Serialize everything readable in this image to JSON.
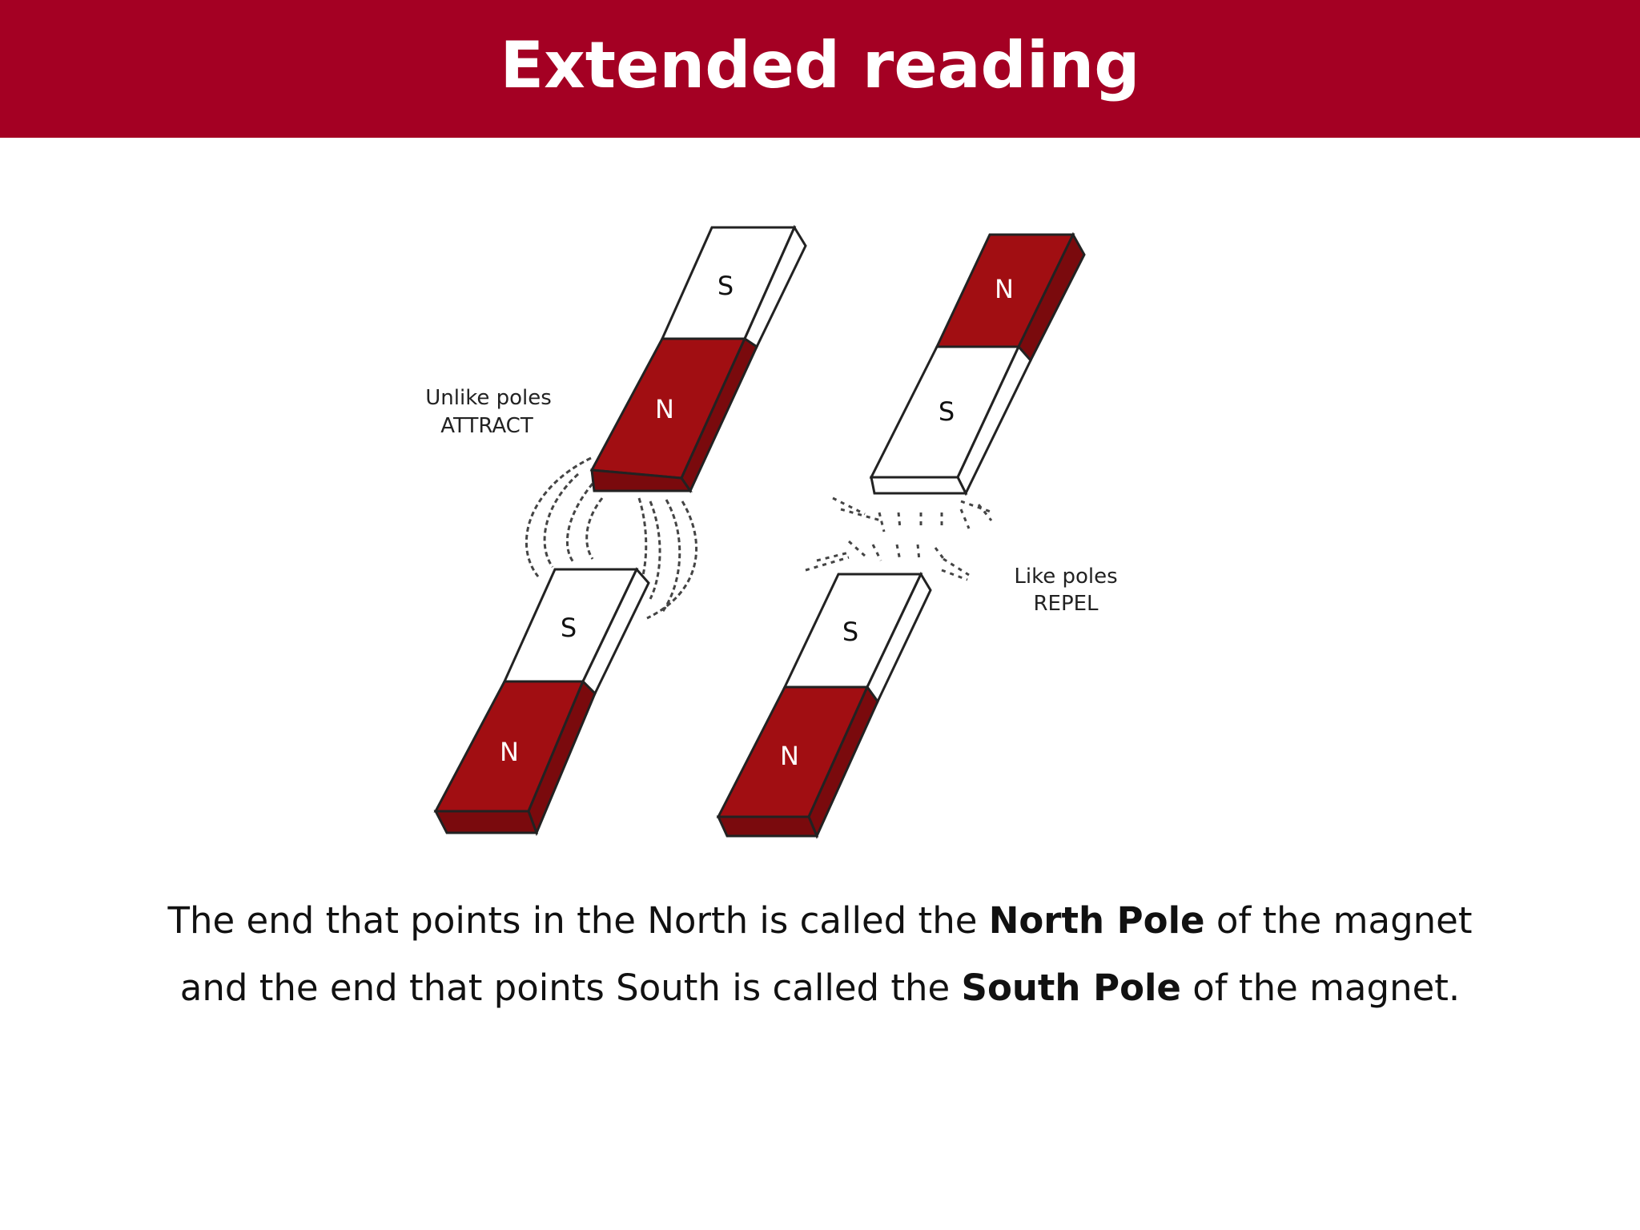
{
  "slide": {
    "title": "Extended reading",
    "colors": {
      "header_bg": "#a40023",
      "north_pole": "#a10e12",
      "north_pole_dark": "#7a0a0d",
      "south_pole": "#ffffff",
      "text": "#111111"
    }
  },
  "diagram": {
    "left_pair": {
      "label_line1": "Unlike poles",
      "label_line2": "ATTRACT",
      "top_magnet": {
        "upper_pole": "S",
        "lower_pole": "N"
      },
      "bottom_magnet": {
        "upper_pole": "S",
        "lower_pole": "N"
      }
    },
    "right_pair": {
      "label_line1": "Like poles",
      "label_line2": "REPEL",
      "top_magnet": {
        "upper_pole": "N",
        "lower_pole": "S"
      },
      "bottom_magnet": {
        "upper_pole": "S",
        "lower_pole": "N"
      }
    }
  },
  "caption": {
    "line1_pre": "The end that points in the North is called the ",
    "line1_bold": "North Pole",
    "line1_post": " of the magnet",
    "line2_pre": "and the end that points South is called the ",
    "line2_bold": "South Pole",
    "line2_post": " of the magnet."
  }
}
